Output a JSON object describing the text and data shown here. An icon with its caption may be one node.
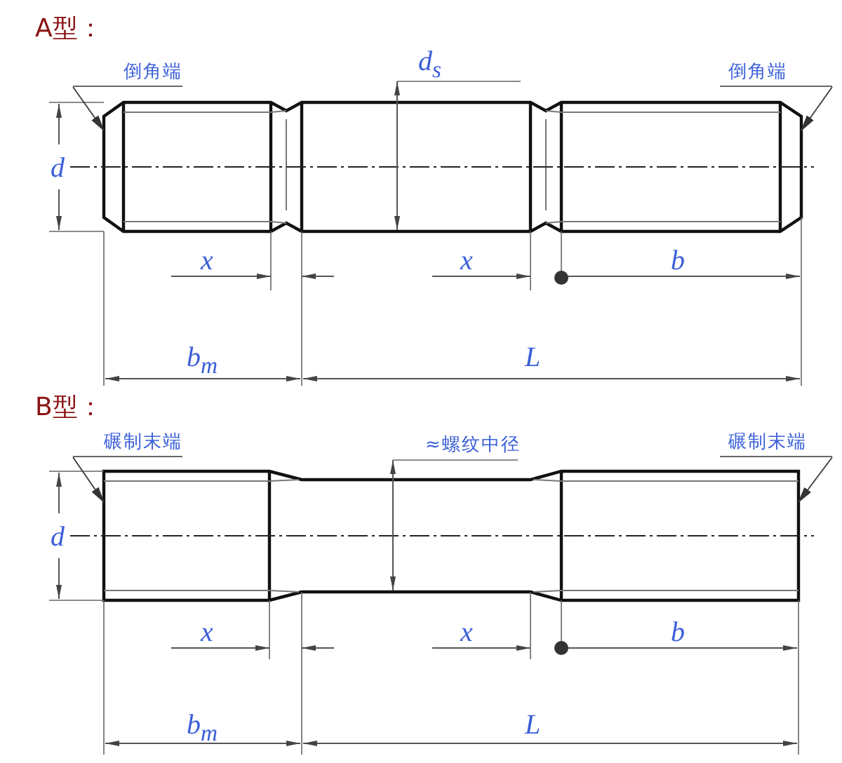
{
  "diagram": {
    "nodes": [
      {
        "text": [
          "倒角端"
        ]
      },
      {
        "text": [
          "倒角端"
        ]
      },
      {
        "text": [
          "碾制末端"
        ]
      },
      {
        "text": [
          "碾制末端"
        ]
      },
      {
        "text": [],
        "shape": "picture"
      },
      {
        "text": [],
        "shape": "picture"
      }
    ],
    "edges": [
      {
        "from": 0,
        "to": 4,
        "arrow": "to"
      },
      {
        "from": 1,
        "to": 4,
        "arrow": "to"
      },
      {
        "from": 2,
        "to": 5,
        "arrow": "to"
      },
      {
        "from": 3,
        "to": 5,
        "arrow": "to"
      }
    ],
    "labels": [
      "A型：",
      "d$_{s}$",
      "d",
      "x",
      "x",
      "b",
      "b$_{m}$",
      "L",
      "B型：",
      "≈螺纹中径",
      "d",
      "x",
      "x",
      "b",
      "b$_{m}$",
      "L"
    ]
  }
}
